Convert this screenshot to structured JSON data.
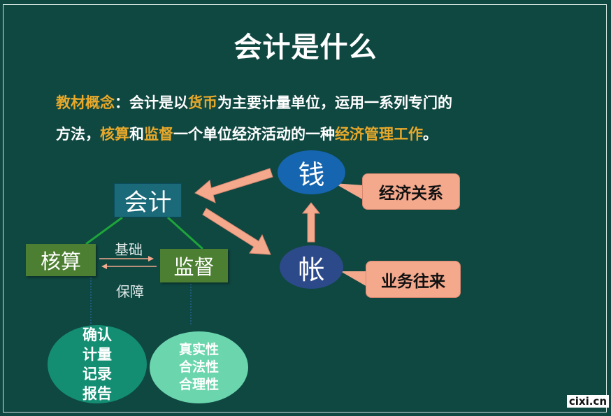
{
  "title": "会计是什么",
  "definition": {
    "line1": [
      {
        "text": "教材概念",
        "hl": true
      },
      {
        "text": "：会计是以",
        "hl": false
      },
      {
        "text": "货币",
        "hl": true
      },
      {
        "text": "为主要计量单位，运用一系列专门的",
        "hl": false
      }
    ],
    "line2": [
      {
        "text": "方法，",
        "hl": false
      },
      {
        "text": "核算",
        "hl": true
      },
      {
        "text": "和",
        "hl": false
      },
      {
        "text": "监督",
        "hl": true
      },
      {
        "text": "一个单位经济活动的一种",
        "hl": false
      },
      {
        "text": "经济管理工作",
        "hl": true
      },
      {
        "text": "。",
        "hl": false
      }
    ]
  },
  "nodes": {
    "kuaiji": "会计",
    "hesuan": "核算",
    "jiandu": "监督",
    "qian": "钱",
    "zhang": "帐"
  },
  "callouts": {
    "jingji": "经济关系",
    "yewu": "业务往来"
  },
  "relations": {
    "basis": "基础",
    "guarantee": "保障"
  },
  "circles": {
    "hesuan_items": [
      "确认",
      "计量",
      "记录",
      "报告"
    ],
    "jiandu_items": [
      "真实性",
      "合法性",
      "合理性"
    ]
  },
  "watermark": "cixi.cn",
  "colors": {
    "background": "#0f4741",
    "highlight": "#e8a92a",
    "arrow": "#f4a98d",
    "green_box": "#4d7f32",
    "teal_box": "#1b6a7a"
  }
}
